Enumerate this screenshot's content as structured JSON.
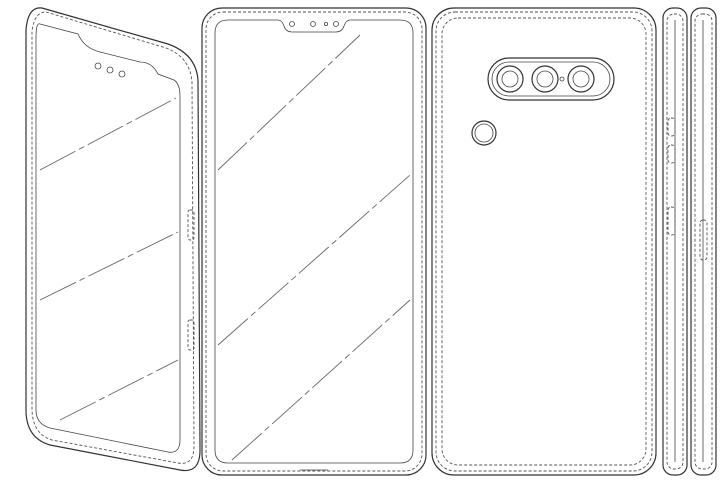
{
  "figure": {
    "views": [
      "front-perspective",
      "front",
      "back",
      "left-side",
      "right-side"
    ],
    "colors": {
      "line": "#333333",
      "background": "#ffffff"
    }
  }
}
